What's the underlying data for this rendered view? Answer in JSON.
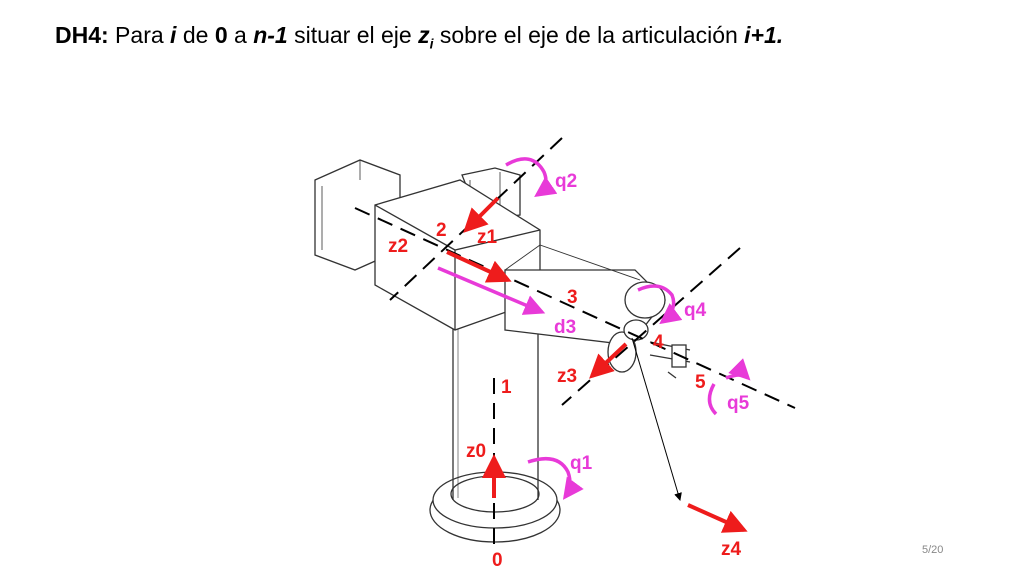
{
  "title": {
    "p1": "DH4:",
    "p2": " Para ",
    "p3": "i",
    "p4": " de ",
    "p5": "0",
    "p6": " a ",
    "p7": "n-1",
    "p8": " situar el eje ",
    "p9": "z",
    "p9sub": "i",
    "p10": " sobre el eje de la articulación ",
    "p11": "i+1."
  },
  "labels": {
    "q1": "q1",
    "q2": "q2",
    "q4": "q4",
    "q5": "q5",
    "d3": "d3",
    "z0": "z0",
    "z1": "z1",
    "z2": "z2",
    "z3": "z3",
    "z4": "z4",
    "n0": "0",
    "n1": "1",
    "n2": "2",
    "n3": "3",
    "n4": "4",
    "n5": "5"
  },
  "colors": {
    "axis_red": "#ee1c1c",
    "rotation_magenta": "#e83ad8"
  },
  "page_number": "5/20"
}
